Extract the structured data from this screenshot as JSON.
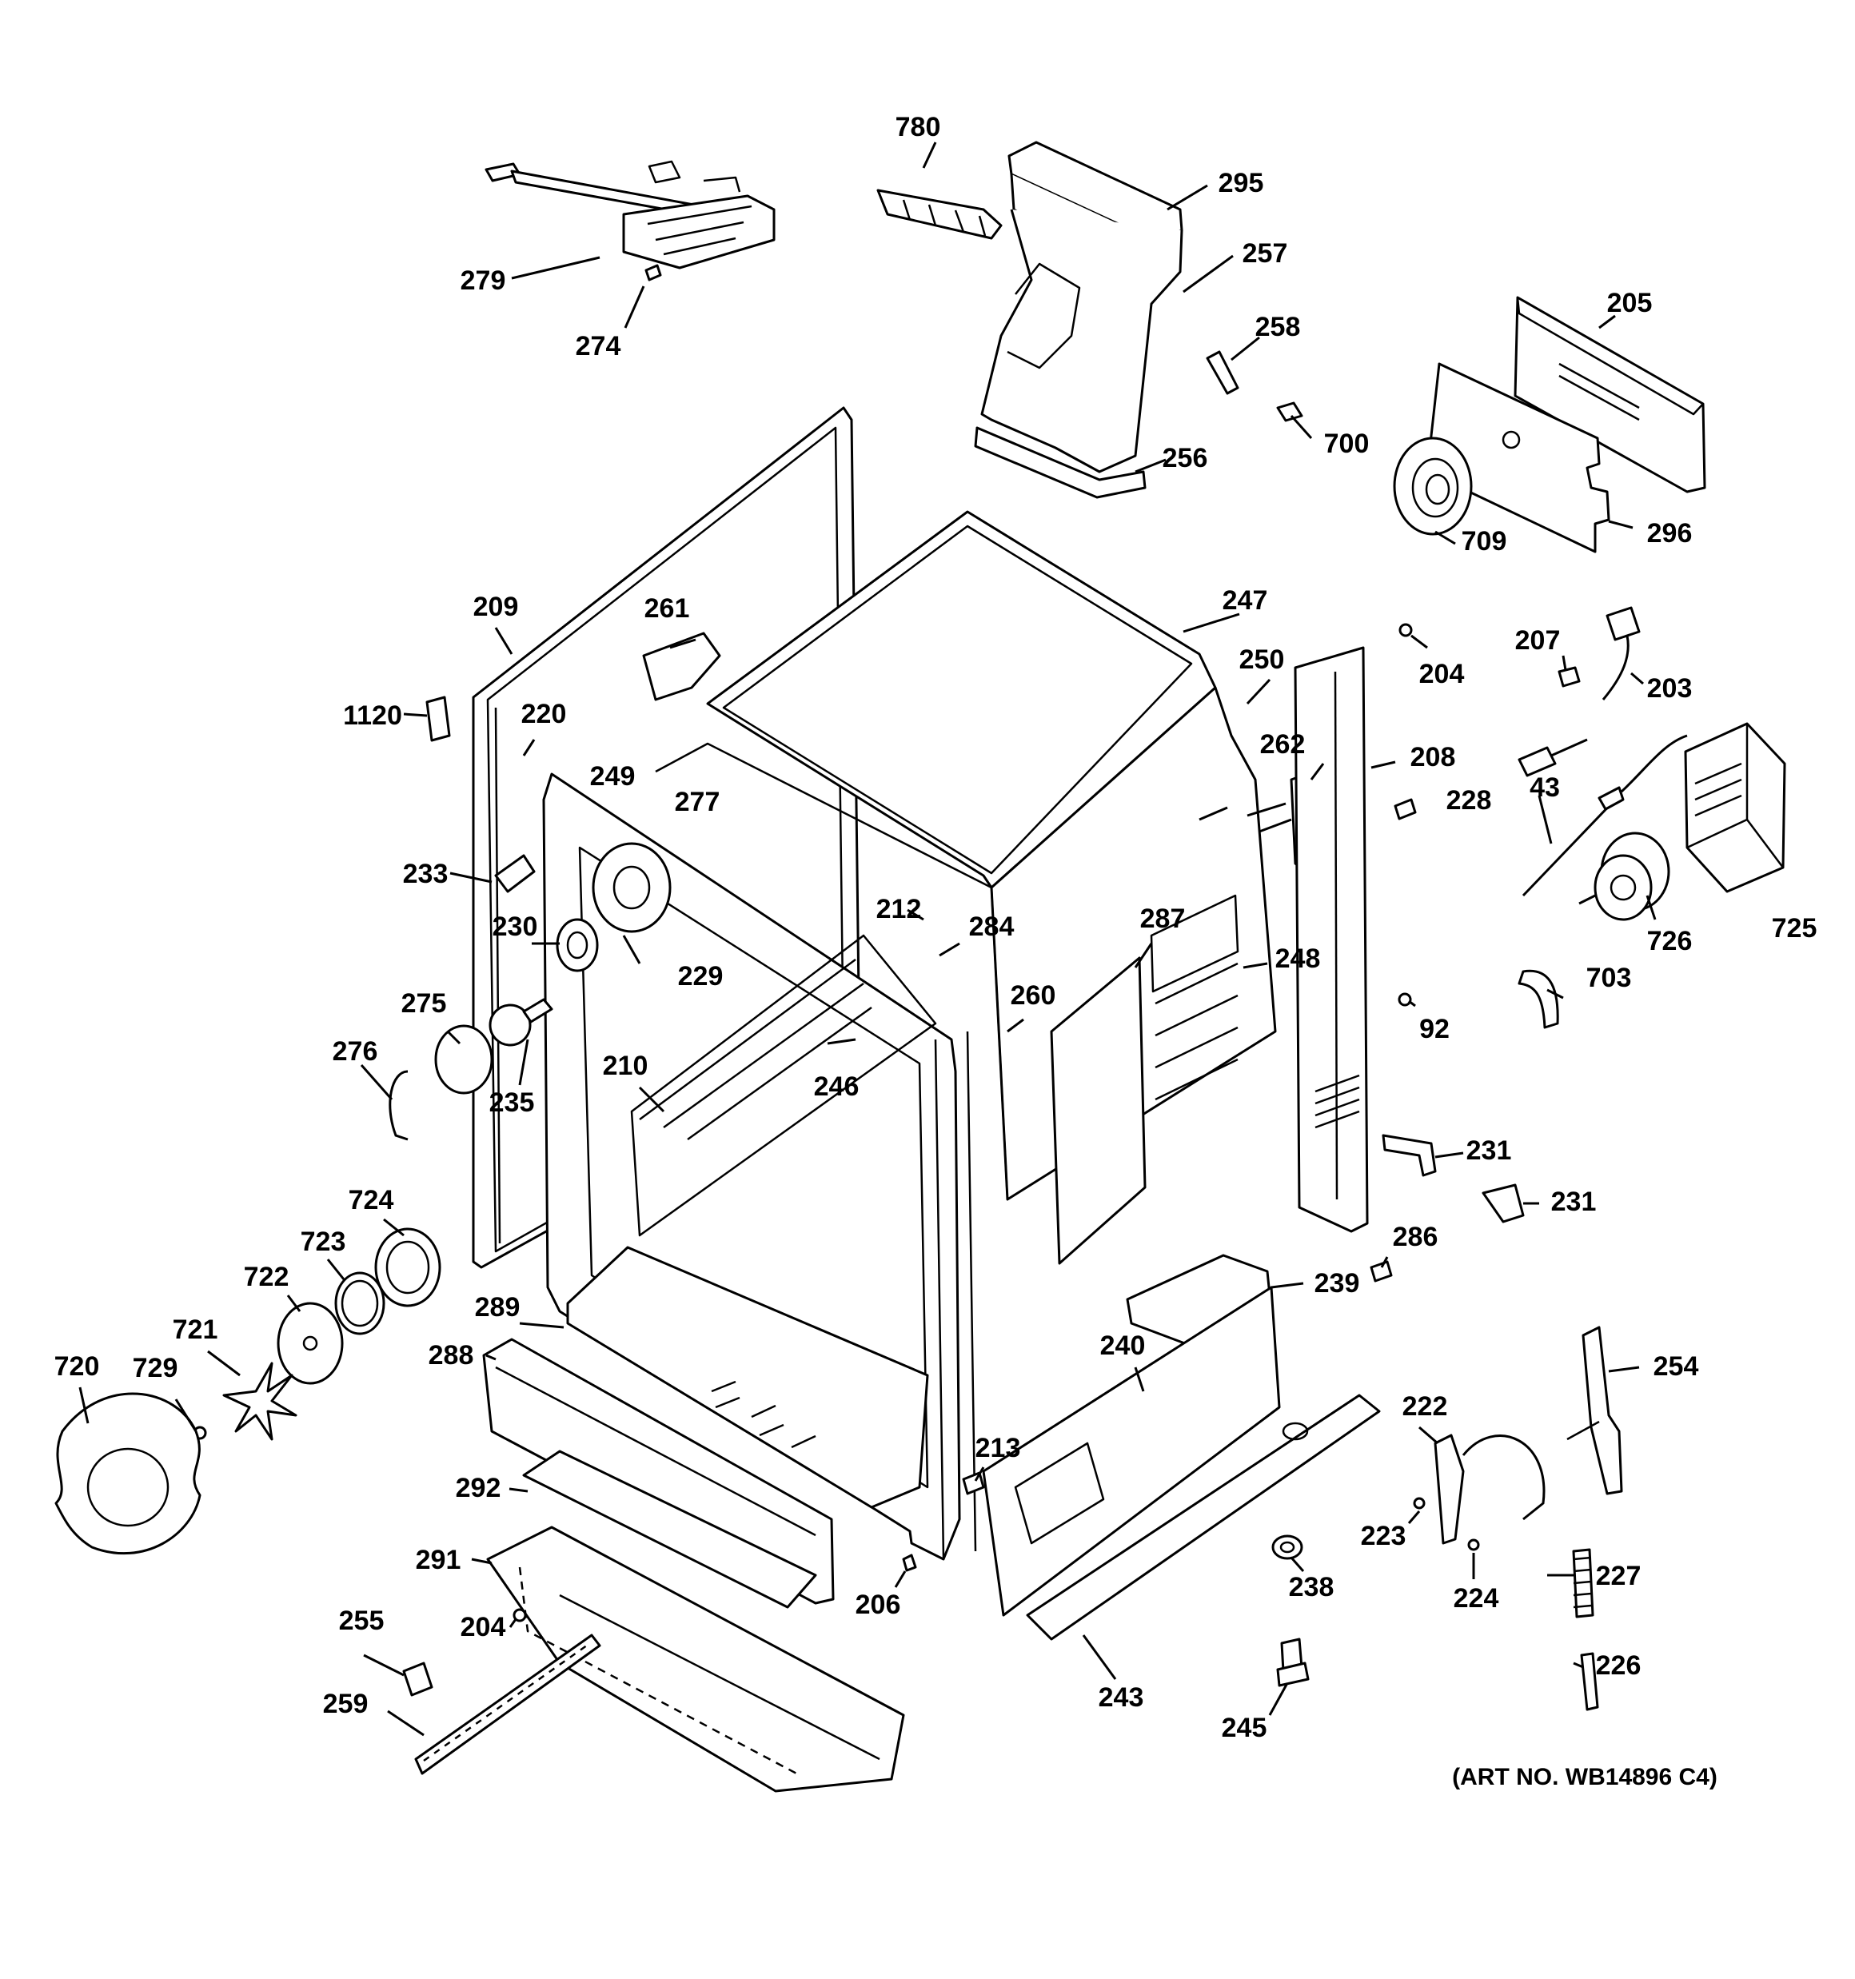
{
  "art_number": "(ART NO. WB14896 C4)",
  "callouts": [
    "780",
    "295",
    "257",
    "258",
    "700",
    "205",
    "296",
    "709",
    "279",
    "274",
    "256",
    "209",
    "261",
    "247",
    "250",
    "204",
    "207",
    "203",
    "1120",
    "220",
    "249",
    "277",
    "262",
    "208",
    "228",
    "43",
    "725",
    "233",
    "230",
    "229",
    "212",
    "284",
    "287",
    "248",
    "726",
    "703",
    "275",
    "276",
    "235",
    "210",
    "246",
    "260",
    "92",
    "231",
    "231",
    "724",
    "723",
    "722",
    "721",
    "720",
    "729",
    "289",
    "288",
    "239",
    "286",
    "240",
    "254",
    "222",
    "213",
    "292",
    "223",
    "224",
    "227",
    "291",
    "238",
    "206",
    "204",
    "255",
    "243",
    "226",
    "259",
    "245"
  ],
  "icons": [
    "oven-range-body",
    "oven-door-frame",
    "side-panel",
    "back-panel",
    "vent-duct",
    "convection-fan",
    "convection-motor",
    "lamp-socket",
    "lamp-bulb",
    "lamp-cover",
    "oven-bottom",
    "broiler-drawer",
    "drawer-slide",
    "leveling-leg",
    "hinge",
    "spring",
    "wire-harness",
    "terminal-block"
  ]
}
